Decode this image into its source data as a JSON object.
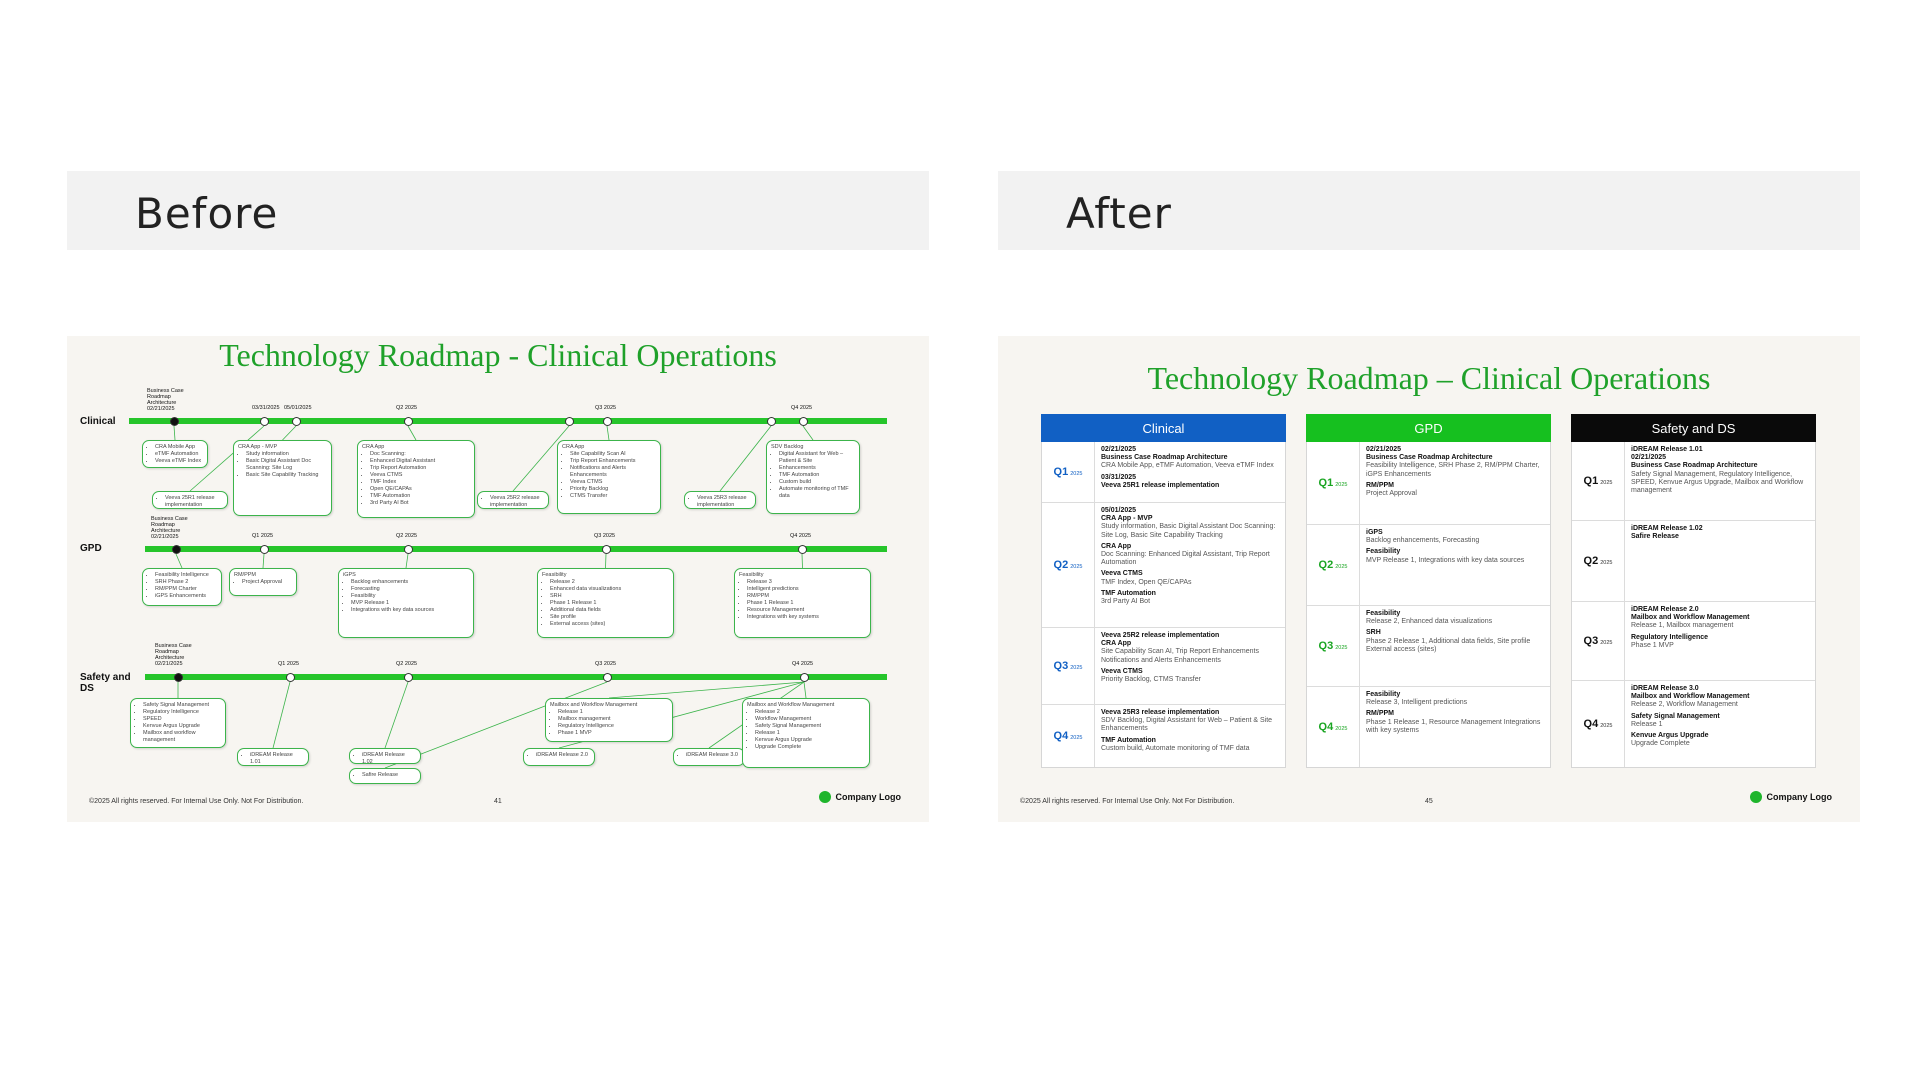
{
  "before": {
    "label": "Before",
    "slide": {
      "title": "Technology Roadmap - Clinical Operations",
      "footer": "©2025 All rights reserved. For Internal Use Only. Not For Distribution.",
      "page": "41",
      "logo": "Company Logo",
      "lanes": {
        "clinical": {
          "label": "Clinical",
          "bc_label": "Business Case Roadmap Architecture 02/21/2025",
          "dates": [
            "03/31/2025",
            "05/01/2025",
            "Q2 2025",
            "Q3 2025",
            "Q4 2025"
          ],
          "boxes": [
            [
              "CRA Mobile App",
              "eTMF Automation",
              "Veeva eTMF Index"
            ],
            [
              "Veeva 25R1 release implementation"
            ],
            [
              "CRA App - MVP",
              "Study information",
              "Basic Digital Assistant Doc Scanning: Site Log",
              "Basic Site Capability Tracking"
            ],
            [
              "CRA App",
              "Doc Scanning:",
              "Enhanced Digital Assistant",
              "Trip Report Automation",
              "Veeva CTMS",
              "TMF Index",
              "Open QE/CAPAs",
              "TMF Automation",
              "3rd Party AI Bot"
            ],
            [
              "Veeva 25R2 release implementation"
            ],
            [
              "CRA App",
              "Site Capability Scan AI",
              "Trip Report Enhancements",
              "Notifications and Alerts Enhancements",
              "Veeva CTMS",
              "Priority Backlog",
              "CTMS Transfer"
            ],
            [
              "Veeva 25R3 release implementation"
            ],
            [
              "SDV Backlog",
              "Digital Assistant for Web – Patient & Site",
              "Enhancements",
              "TMF Automation",
              "Custom build",
              "Automate monitoring of TMF data"
            ]
          ]
        },
        "gpd": {
          "label": "GPD",
          "bc_label": "Business Case Roadmap Architecture 02/21/2025",
          "dates": [
            "Q1 2025",
            "Q2 2025",
            "Q3 2025",
            "Q4 2025"
          ],
          "boxes": [
            [
              "Feasibility Intelligence",
              "SRH Phase 2",
              "RM/PPM Charter",
              "iGPS Enhancements"
            ],
            [
              "RM/PPM",
              "Project Approval"
            ],
            [
              "iGPS",
              "Backlog enhancements",
              "Forecasting",
              "Feasibility",
              "MVP Release 1",
              "Integrations with key data sources"
            ],
            [
              "Feasibility",
              "Release 2",
              "Enhanced data visualizations",
              "SRH",
              "Phase 1 Release 1",
              "Additional data fields",
              "Site profile",
              "External access (sites)"
            ],
            [
              "Feasibility",
              "Release 3",
              "Intelligent predictions",
              "RM/PPM",
              "Phase 1 Release 1",
              "Resource Management",
              "Integrations with key systems"
            ]
          ]
        },
        "safety": {
          "label": "Safety and DS",
          "bc_label": "Business Case Roadmap Architecture 02/21/2025",
          "dates": [
            "Q1 2025",
            "Q2 2025",
            "Q3 2025",
            "Q4 2025"
          ],
          "boxes": [
            [
              "Safety Signal Management",
              "Regulatory Intelligence",
              "SPEED",
              "Kenvue Argus Upgrade",
              "Mailbox and workflow management"
            ],
            [
              "iDREAM Release 1.01"
            ],
            [
              "iDREAM Release 1.02"
            ],
            [
              "Safire Release"
            ],
            [
              "Mailbox and Workflow Management",
              "Release 1",
              "Mailbox management",
              "Regulatory Intelligence",
              "Phase 1 MVP"
            ],
            [
              "iDREAM Release 2.0"
            ],
            [
              "iDREAM Release 3.0"
            ],
            [
              "Mailbox and Workflow Management",
              "Release 2",
              "Workflow Management",
              "Safety Signal Management",
              "Release 1",
              "Kenvue Argus Upgrade",
              "Upgrade Complete"
            ]
          ]
        }
      }
    }
  },
  "after": {
    "label": "After",
    "slide": {
      "title": "Technology Roadmap – Clinical Operations",
      "footer": "©2025 All rights reserved. For Internal Use Only. Not For Distribution.",
      "page": "45",
      "logo": "Company Logo",
      "year": "2025",
      "columns": [
        {
          "name": "Clinical",
          "color": "#1160c4",
          "qcolor": "#1160c4",
          "rows": [
            {
              "q": "Q1",
              "items": [
                {
                  "h": "02/21/2025"
                },
                {
                  "h": "Business Case Roadmap Architecture",
                  "d": "CRA Mobile App, eTMF Automation, Veeva eTMF Index"
                },
                {
                  "h": "03/31/2025"
                },
                {
                  "h": "Veeva 25R1 release implementation"
                }
              ]
            },
            {
              "q": "Q2",
              "items": [
                {
                  "h": "05/01/2025"
                },
                {
                  "h": "CRA App - MVP",
                  "d": "Study information, Basic Digital Assistant Doc Scanning: Site Log, Basic Site Capability Tracking"
                },
                {
                  "h": "CRA App",
                  "d": "Doc Scanning: Enhanced Digital Assistant, Trip Report Automation"
                },
                {
                  "h": "Veeva CTMS",
                  "d": "TMF Index, Open QE/CAPAs"
                },
                {
                  "h": "TMF Automation",
                  "d": "3rd Party AI Bot"
                }
              ]
            },
            {
              "q": "Q3",
              "items": [
                {
                  "h": "Veeva 25R2 release implementation"
                },
                {
                  "h": "CRA App",
                  "d": "Site Capability Scan AI, Trip Report Enhancements Notifications and Alerts Enhancements"
                },
                {
                  "h": "Veeva CTMS",
                  "d": "Priority Backlog, CTMS Transfer"
                }
              ]
            },
            {
              "q": "Q4",
              "items": [
                {
                  "h": "Veeva 25R3 release implementation",
                  "d": "SDV Backlog, Digital Assistant for Web – Patient & Site Enhancements"
                },
                {
                  "h": "TMF Automation",
                  "d": "Custom build, Automate monitoring of TMF data"
                }
              ]
            }
          ]
        },
        {
          "name": "GPD",
          "color": "#16c01f",
          "qcolor": "#1aa522",
          "rows": [
            {
              "q": "Q1",
              "items": [
                {
                  "h": "02/21/2025"
                },
                {
                  "h": "Business Case Roadmap Architecture",
                  "d": "Feasibility Intelligence, SRH Phase 2, RM/PPM Charter, iGPS Enhancements"
                },
                {
                  "h": "RM/PPM",
                  "d": "Project Approval"
                }
              ]
            },
            {
              "q": "Q2",
              "items": [
                {
                  "h": "iGPS",
                  "d": "Backlog enhancements, Forecasting"
                },
                {
                  "h": "Feasibility",
                  "d": "MVP Release 1, Integrations with key data sources"
                }
              ]
            },
            {
              "q": "Q3",
              "items": [
                {
                  "h": "Feasibility",
                  "d": "Release 2, Enhanced data visualizations"
                },
                {
                  "h": "SRH",
                  "d": "Phase 2 Release 1, Additional data fields, Site profile External access (sites)"
                }
              ]
            },
            {
              "q": "Q4",
              "items": [
                {
                  "h": "Feasibility",
                  "d": "Release 3, Intelligent predictions"
                },
                {
                  "h": "RM/PPM",
                  "d": "Phase 1 Release 1, Resource Management Integrations with key systems"
                }
              ]
            }
          ]
        },
        {
          "name": "Safety and DS",
          "color": "#0a0a0a",
          "qcolor": "#111111",
          "rows": [
            {
              "q": "Q1",
              "items": [
                {
                  "h": "iDREAM Release 1.01"
                },
                {
                  "h": "02/21/2025"
                },
                {
                  "h": "Business Case Roadmap Architecture",
                  "d": "Safety Signal Management, Regulatory Intelligence, SPEED, Kenvue Argus Upgrade, Mailbox and Workflow management"
                }
              ]
            },
            {
              "q": "Q2",
              "items": [
                {
                  "h": "iDREAM Release 1.02"
                },
                {
                  "h": "Safire Release"
                }
              ]
            },
            {
              "q": "Q3",
              "items": [
                {
                  "h": "iDREAM Release 2.0"
                },
                {
                  "h": "Mailbox and Workflow Management",
                  "d": "Release 1, Mailbox management"
                },
                {
                  "h": "Regulatory Intelligence",
                  "d": "Phase 1 MVP"
                }
              ]
            },
            {
              "q": "Q4",
              "items": [
                {
                  "h": "iDREAM Release 3.0"
                },
                {
                  "h": "Mailbox and Workflow Management",
                  "d": "Release 2, Workflow Management"
                },
                {
                  "h": "Safety Signal Management",
                  "d": "Release 1"
                },
                {
                  "h": "Kenvue Argus Upgrade",
                  "d": "Upgrade Complete"
                }
              ]
            }
          ]
        }
      ]
    }
  }
}
